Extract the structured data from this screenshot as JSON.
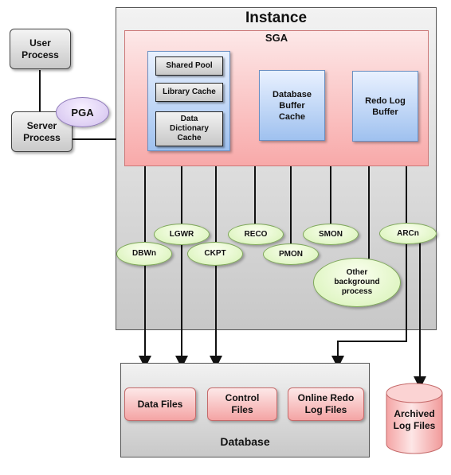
{
  "instance": {
    "title": "Instance"
  },
  "sga": {
    "title": "SGA",
    "shared_pool": {
      "label": "Shared Pool",
      "library_cache": "Library Cache",
      "data_dictionary_cache": "Data\nDictionary\nCache"
    },
    "database_buffer_cache": "Database\nBuffer\nCache",
    "redo_log_buffer": "Redo Log\nBuffer"
  },
  "user_process": "User\nProcess",
  "server_process": "Server\nProcess",
  "pga": "PGA",
  "background_processes": {
    "dbwn": "DBWn",
    "lgwr": "LGWR",
    "ckpt": "CKPT",
    "reco": "RECO",
    "pmon": "PMON",
    "smon": "SMON",
    "arcn": "ARCn",
    "other": "Other\nbackground\nprocess"
  },
  "database": {
    "title": "Database",
    "data_files": "Data Files",
    "control_files": "Control\nFiles",
    "online_redo_log_files": "Online Redo\nLog Files"
  },
  "archived_log_files": "Archived\nLog Files",
  "colors": {
    "sga_fill": "#f8a9a9",
    "buffer_fill": "#9fc1ef",
    "process_oval_fill": "#d6f2b4",
    "pga_fill": "#d2c0ee",
    "file_fill": "#f4a4a4"
  }
}
